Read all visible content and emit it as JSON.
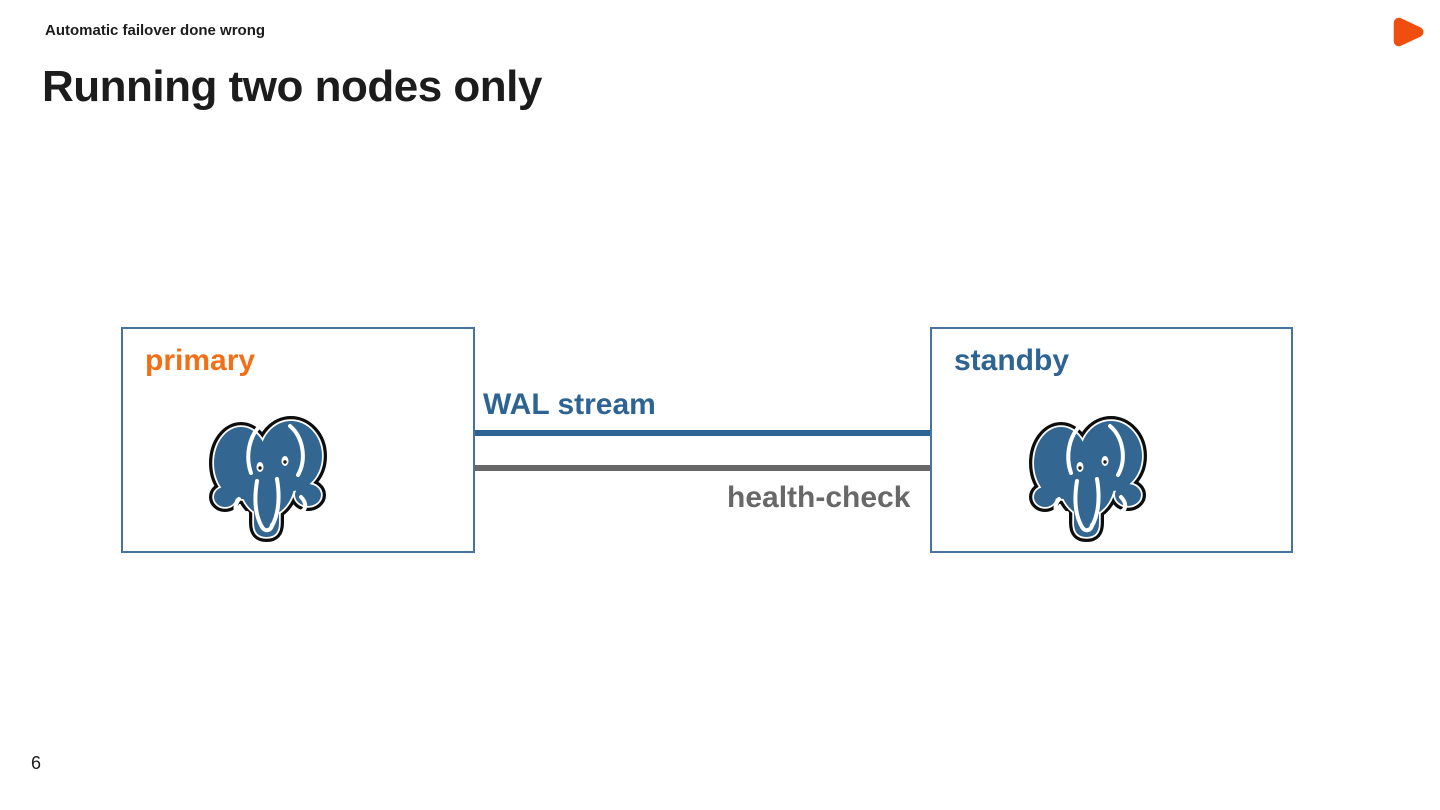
{
  "slide": {
    "header_label": "Automatic failover done wrong",
    "title": "Running two nodes only",
    "page_number": "6"
  },
  "diagram": {
    "primary_label": "primary",
    "standby_label": "standby",
    "wal_stream_label": "WAL stream",
    "health_check_label": "health-check"
  },
  "icons": {
    "company_logo": "orange-rounded-play-triangle",
    "primary_node_icon": "postgresql-elephant",
    "standby_node_icon": "postgresql-elephant"
  },
  "colors": {
    "accent_orange": "#f36f16",
    "logo_orange": "#ef4e0e",
    "postgres_blue": "#336791",
    "label_blue": "#2e6494",
    "box_border": "#47749e",
    "arrow_gray": "#686868",
    "text_dark": "#1c1c1c"
  }
}
